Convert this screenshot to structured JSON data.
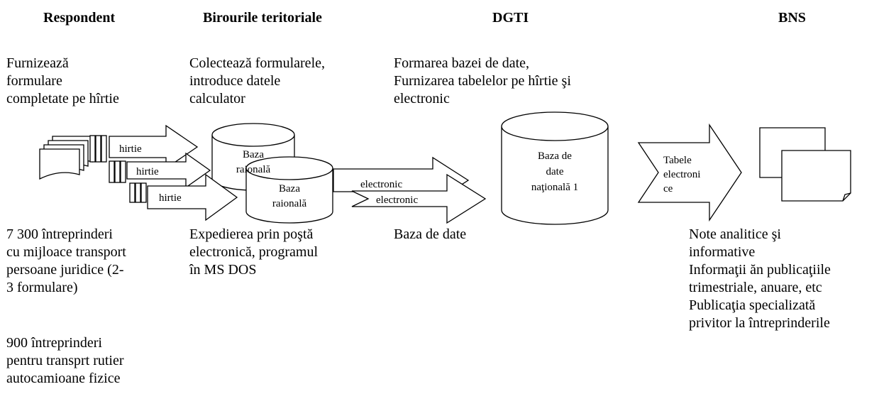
{
  "headers": {
    "respondent": "Respondent",
    "birouri": "Birourile teritoriale",
    "dgti": "DGTI",
    "bns": "BNS"
  },
  "top_texts": {
    "respondent": "Furnizează\nformulare\ncompletate pe hîrtie",
    "birouri": "Colectează formularele,\nintroduce datele\ncalculator",
    "dgti": "Formarea bazei de date,\nFurnizarea tabelelor pe hîrtie şi\nelectronic"
  },
  "bottom_texts": {
    "respondent_1": "7 300 întreprinderi\ncu mijloace transport\npersoane juridice (2-\n3 formulare)",
    "respondent_2": "900 întreprinderi\npentru transprt rutier\nautocamioane fizice",
    "birouri": "Expedierea prin poştă\nelectronică, programul\nîn MS DOS",
    "dgti": "Baza de date",
    "bns": "Note analitice şi\ninformative\nInformaţii ăn publicaţiile\ntrimestriale, anuare, etc\nPublicaţia specializată\nprivitor la întreprinderile"
  },
  "arrows": {
    "hirtie_1": "hirtie",
    "hirtie_2": "hirtie",
    "hirtie_3": "hirtie",
    "electronic_1": "electronic",
    "electronic_2": "electronic",
    "tabele": "Tabele\nelectroni\nce"
  },
  "cylinders": {
    "raional_back": "Baza\nraională",
    "raional_front": "Baza\nraională",
    "national": "Baza de\ndate\nnaţională 1"
  }
}
